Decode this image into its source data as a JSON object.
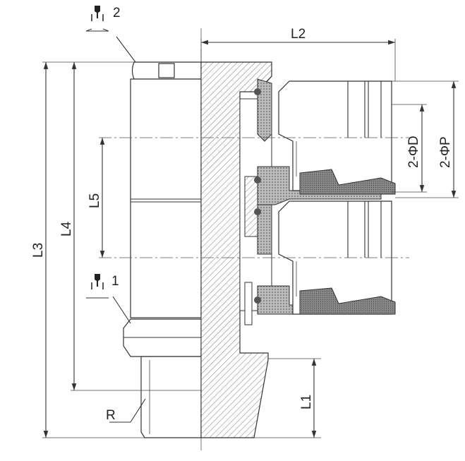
{
  "drawing": {
    "wrench_labels": [
      "2",
      "1"
    ],
    "dimensions": {
      "L1": "L1",
      "L2": "L2",
      "L3": "L3",
      "L4": "L4",
      "L5": "L5",
      "thread": "R",
      "tube_od": "2-ΦD",
      "pitch": "2-ΦP"
    }
  }
}
